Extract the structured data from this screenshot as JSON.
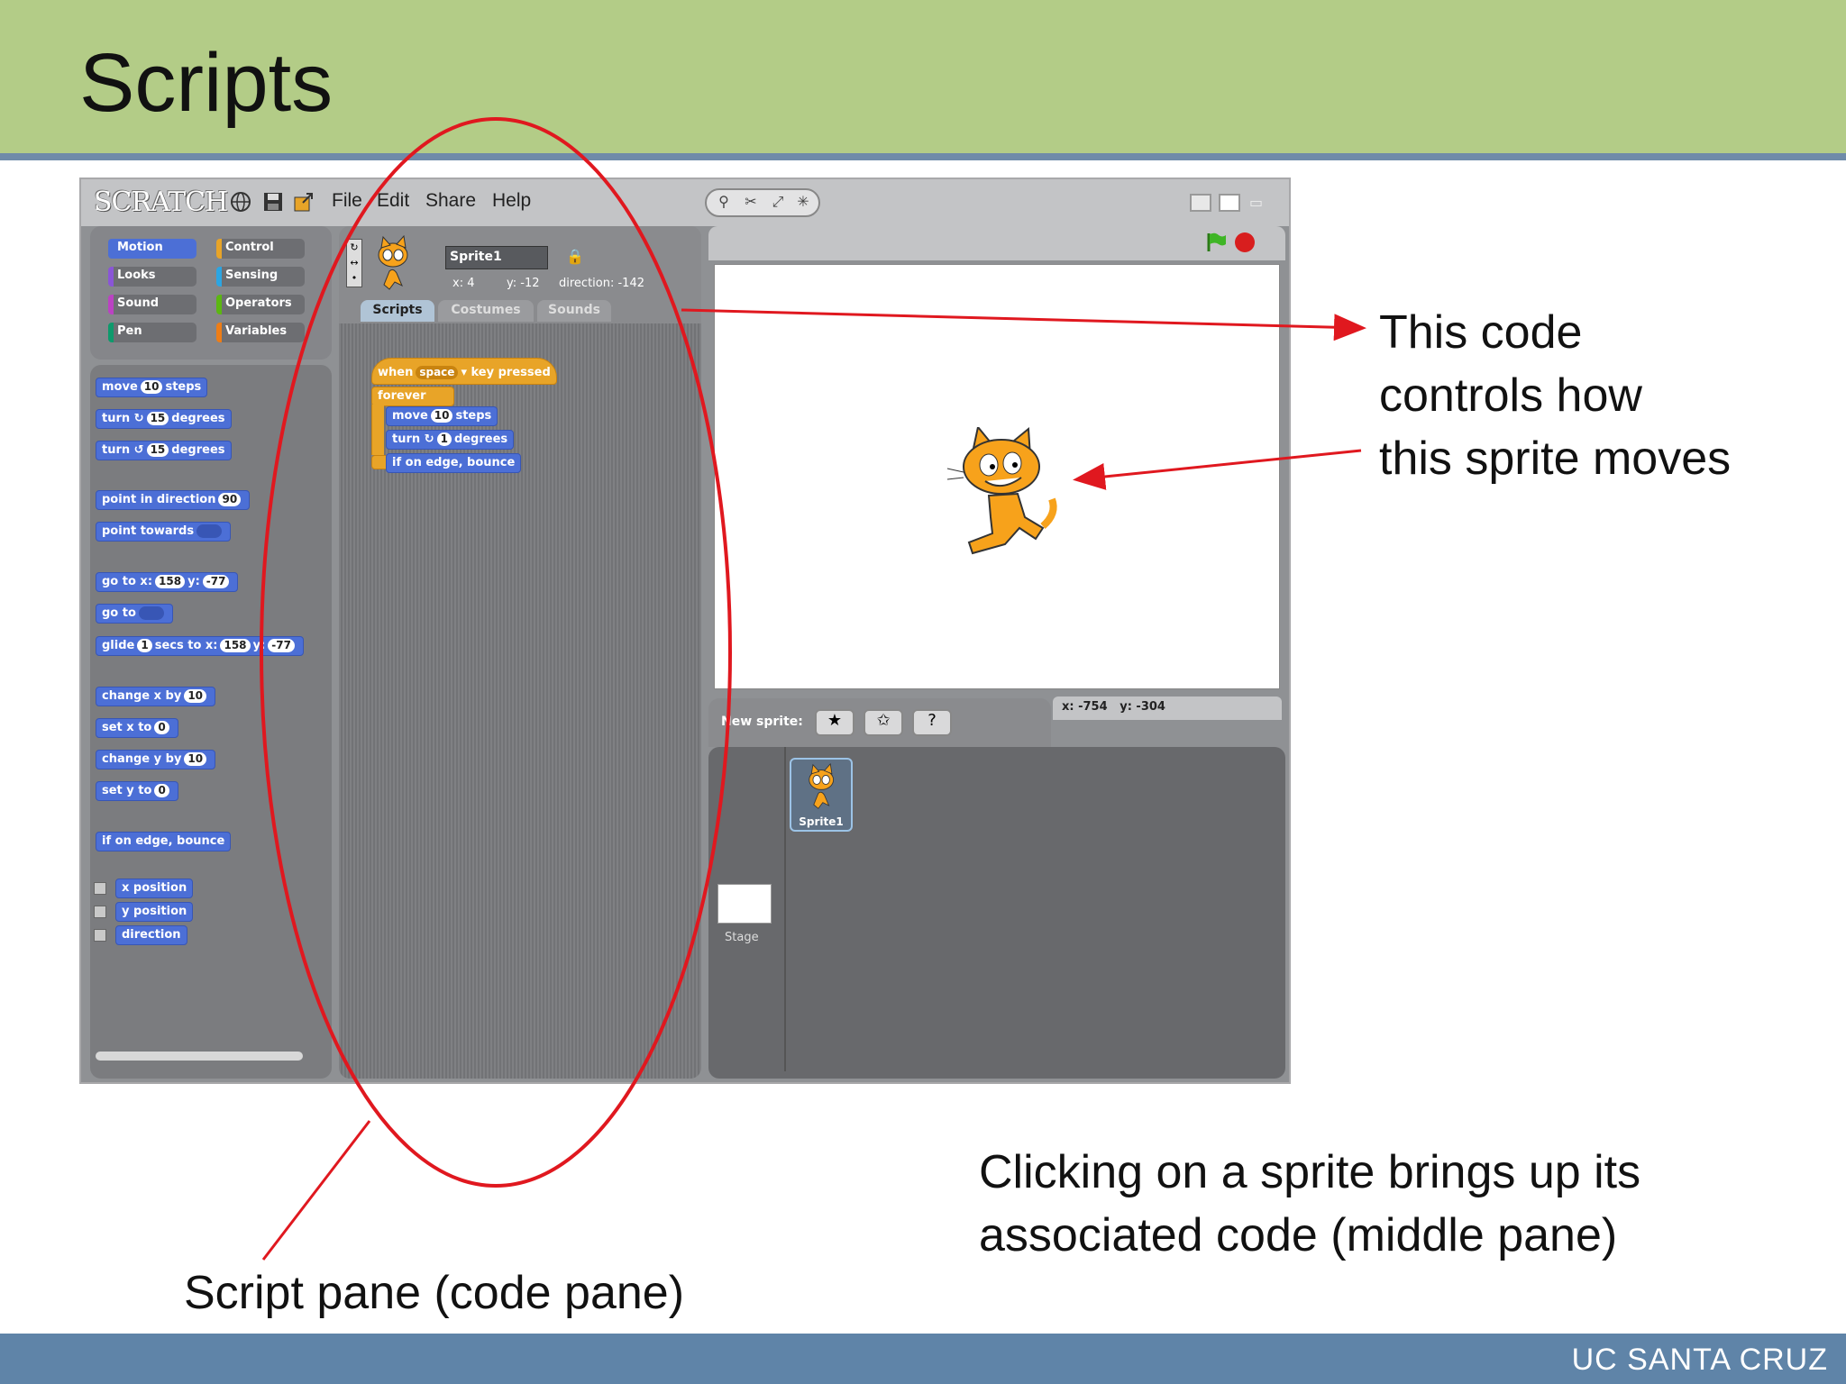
{
  "slide": {
    "title": "Scripts",
    "footer": "UC SANTA CRUZ",
    "annotations": {
      "code_controls": [
        "This code",
        "controls how",
        "this sprite moves"
      ],
      "clicking": [
        "Clicking on a sprite brings up its",
        "associated code (middle pane)"
      ],
      "script_pane": "Script pane (code pane)"
    }
  },
  "scratch": {
    "logo": "SCRATCH",
    "menu": {
      "file": "File",
      "edit": "Edit",
      "share": "Share",
      "help": "Help"
    },
    "categories": [
      {
        "label": "Motion",
        "color": "#4c6fd6"
      },
      {
        "label": "Control",
        "color": "#e8a428"
      },
      {
        "label": "Looks",
        "color": "#8a55d7"
      },
      {
        "label": "Sensing",
        "color": "#2ca5e2"
      },
      {
        "label": "Sound",
        "color": "#bb42c3"
      },
      {
        "label": "Operators",
        "color": "#5cb712"
      },
      {
        "label": "Pen",
        "color": "#0e9a6c"
      },
      {
        "label": "Variables",
        "color": "#ee7d16"
      }
    ],
    "palette": {
      "move": {
        "a": "move",
        "v": "10",
        "b": "steps"
      },
      "turn_cw": {
        "a": "turn",
        "v": "15",
        "b": "degrees"
      },
      "turn_ccw": {
        "a": "turn",
        "v": "15",
        "b": "degrees"
      },
      "point_dir": {
        "a": "point in direction",
        "v": "90"
      },
      "point_towards": {
        "a": "point towards"
      },
      "goto_xy": {
        "a": "go to x:",
        "x": "158",
        "b": "y:",
        "y": "-77"
      },
      "goto": {
        "a": "go to"
      },
      "glide": {
        "a": "glide",
        "v": "1",
        "b": "secs to x:",
        "x": "158",
        "c": "y:",
        "y": "-77"
      },
      "change_x": {
        "a": "change x by",
        "v": "10"
      },
      "set_x": {
        "a": "set x to",
        "v": "0"
      },
      "change_y": {
        "a": "change y by",
        "v": "10"
      },
      "set_y": {
        "a": "set y to",
        "v": "0"
      },
      "bounce": {
        "a": "if on edge, bounce"
      },
      "x_position": "x position",
      "y_position": "y position",
      "direction": "direction"
    },
    "sprite_info": {
      "name": "Sprite1",
      "x": "x: 4",
      "y": "y: -12",
      "direction": "direction: -142"
    },
    "tabs": {
      "scripts": "Scripts",
      "costumes": "Costumes",
      "sounds": "Sounds"
    },
    "script": {
      "hat": {
        "a": "when",
        "key": "space",
        "b": "key pressed"
      },
      "forever": "forever",
      "move": {
        "a": "move",
        "v": "10",
        "b": "steps"
      },
      "turn": {
        "a": "turn",
        "v": "1",
        "b": "degrees"
      },
      "bounce": "if on edge, bounce"
    },
    "stage": {
      "mouse_x": "x: -754",
      "mouse_y": "y: -304",
      "new_sprite": "New sprite:",
      "stage_label": "Stage",
      "sprite_thumb_label": "Sprite1"
    }
  }
}
